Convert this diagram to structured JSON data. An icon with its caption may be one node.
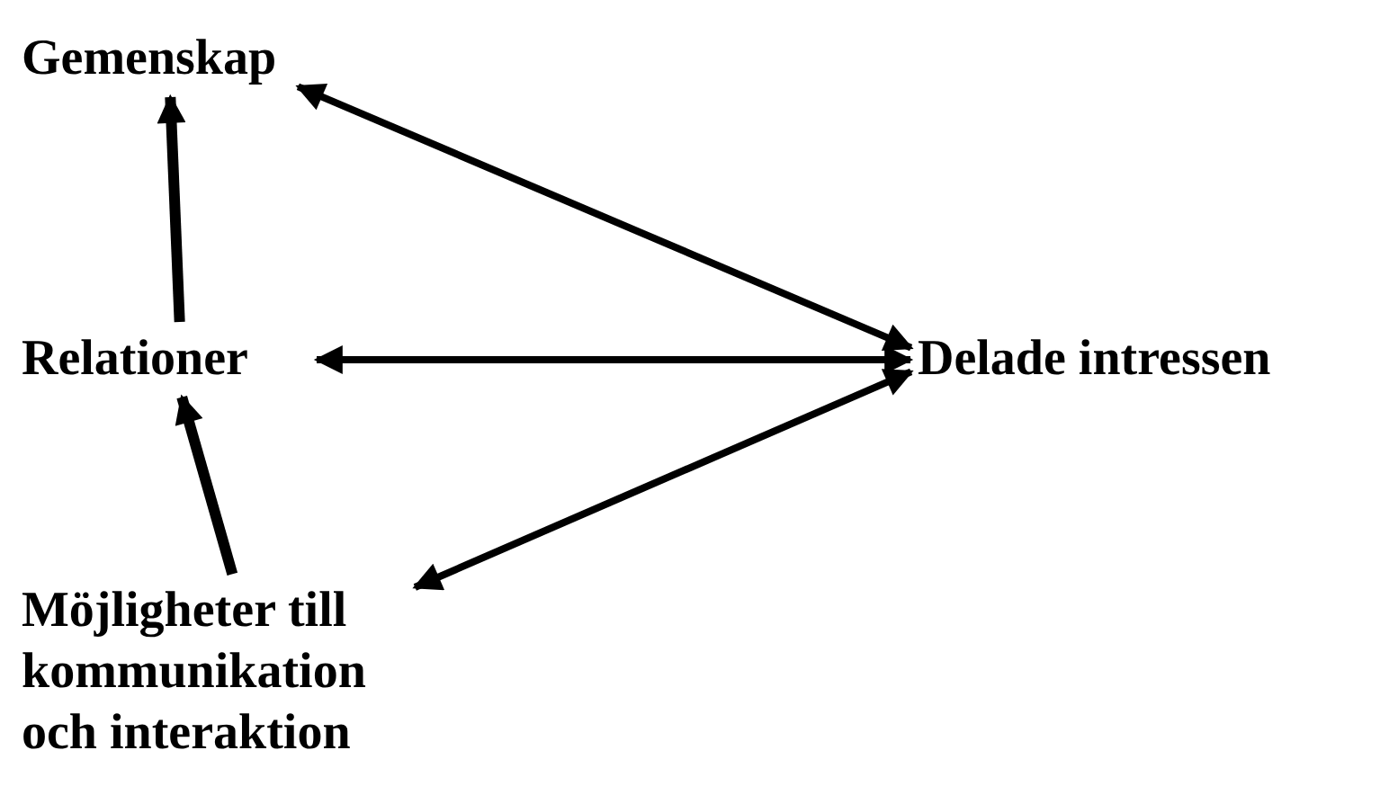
{
  "diagram": {
    "nodes": [
      {
        "text": [
          "Gemenskap"
        ]
      },
      {
        "text": [
          "Relationer"
        ]
      },
      {
        "text": [
          "Möjligheter till kommunikation och interaktion"
        ]
      },
      {
        "text": [
          "Delade intressen"
        ]
      }
    ],
    "edges": [
      {
        "from": 1,
        "to": 0,
        "arrow": "to"
      },
      {
        "from": 2,
        "to": 1,
        "arrow": "to"
      },
      {
        "from": 0,
        "to": 3,
        "arrow": "both"
      },
      {
        "from": 1,
        "to": 3,
        "arrow": "both"
      },
      {
        "from": 2,
        "to": 3,
        "arrow": "both"
      }
    ]
  }
}
